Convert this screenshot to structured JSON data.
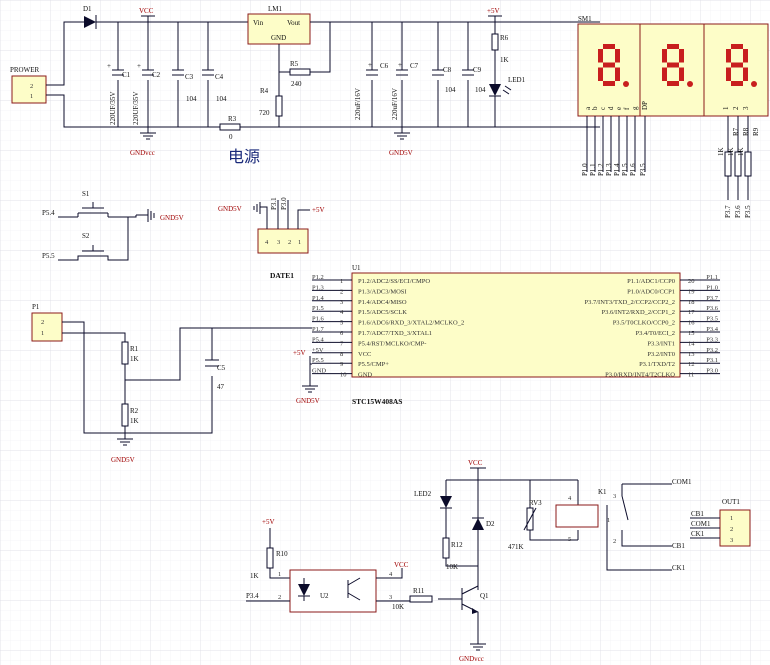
{
  "title_cn": "电源",
  "nets": {
    "vcc": "VCC",
    "p5v": "+5V",
    "gndvcc": "GNDvcc",
    "gnd5v": "GND5V",
    "gnd5v_b": "GND5V",
    "gnd5v_c": "GND5V",
    "gnd5v_d": "GND5V",
    "gnd5v_e": "GND5V",
    "gndvcc_b": "GNDvcc",
    "vcc_relay": "VCC",
    "vcc_opto": "VCC",
    "p5v_b": "+5V",
    "p5v_c": "+5V",
    "p5v_d": "+5V"
  },
  "power_in": {
    "ref": "PROWER",
    "pins": [
      "2",
      "1"
    ]
  },
  "diode": {
    "ref": "D1"
  },
  "caps_in": [
    {
      "ref": "C1",
      "val": "220UF/35V",
      "plus": "+"
    },
    {
      "ref": "C2",
      "val": "220UF/35V",
      "plus": "+"
    },
    {
      "ref": "C3",
      "val": "104"
    },
    {
      "ref": "C4",
      "val": "104"
    }
  ],
  "regulator": {
    "ref": "LM1",
    "vin": "Vin",
    "vout": "Vout",
    "gnd": "GND"
  },
  "resistors_pwr": [
    {
      "ref": "R5",
      "val": "240"
    },
    {
      "ref": "R4",
      "val": "720"
    },
    {
      "ref": "R3",
      "val": "0"
    },
    {
      "ref": "R6",
      "val": "1K"
    }
  ],
  "caps_out": [
    {
      "ref": "C6",
      "val": "220uF/16V",
      "plus": "+"
    },
    {
      "ref": "C7",
      "val": "220uF/16V",
      "plus": "+"
    },
    {
      "ref": "C8",
      "val": "104"
    },
    {
      "ref": "C9",
      "val": "104"
    }
  ],
  "led1": {
    "ref": "LED1"
  },
  "display": {
    "ref": "SM1",
    "digits": [
      "8.",
      "8.",
      "8."
    ],
    "seg_pins": [
      "a",
      "b",
      "c",
      "d",
      "e",
      "f",
      "g",
      "DP"
    ],
    "com_pins": [
      "1",
      "2",
      "3"
    ],
    "port_labels": [
      "P1.0",
      "P1.1",
      "P1.2",
      "P1.3",
      "P1.4",
      "P1.5",
      "P1.6",
      "P3.5"
    ],
    "res_refs": [
      "R7",
      "R8",
      "R9"
    ],
    "res_vals": [
      "1K",
      "1K",
      "1K"
    ],
    "com_ports": [
      "P3.7",
      "P3.6",
      "P3.5"
    ]
  },
  "switches": [
    {
      "ref": "S1",
      "net": "P5.4"
    },
    {
      "ref": "S2",
      "net": "P5.5"
    }
  ],
  "date_conn": {
    "ref": "DATE1",
    "pins": [
      "4",
      "3",
      "2",
      "1"
    ],
    "labels": [
      "P3.1",
      "P3.0"
    ]
  },
  "p1_conn": {
    "ref": "P1",
    "pins": [
      "2",
      "1"
    ]
  },
  "divider": [
    {
      "ref": "R1",
      "val": "1K"
    },
    {
      "ref": "R2",
      "val": "1K"
    }
  ],
  "c5": {
    "ref": "C5",
    "val": "47"
  },
  "mcu": {
    "ref": "U1",
    "part": "STC15W408AS",
    "left": [
      {
        "net": "P1.2",
        "num": "1",
        "name": "P1.2/ADC2/SS/ECI/CMPO"
      },
      {
        "net": "P1.3",
        "num": "2",
        "name": "P1.3/ADC3/MOSI"
      },
      {
        "net": "P1.4",
        "num": "3",
        "name": "P1.4/ADC4/MISO"
      },
      {
        "net": "P1.5",
        "num": "4",
        "name": "P1.5/ADC5/SCLK"
      },
      {
        "net": "P1.6",
        "num": "5",
        "name": "P1.6/ADC6/RXD_3/XTAL2/MCLKO_2"
      },
      {
        "net": "P1.7",
        "num": "6",
        "name": "P1.7/ADC7/TXD_3/XTAL1"
      },
      {
        "net": "P5.4",
        "num": "7",
        "name": "P5.4/RST/MCLKO/CMP-"
      },
      {
        "net": "+5V",
        "num": "8",
        "name": "VCC"
      },
      {
        "net": "P5.5",
        "num": "9",
        "name": "P5.5/CMP+"
      },
      {
        "net": "GND",
        "num": "10",
        "name": "GND"
      }
    ],
    "right": [
      {
        "net": "P1.1",
        "num": "20",
        "name": "P1.1/ADC1/CCP0"
      },
      {
        "net": "P1.0",
        "num": "19",
        "name": "P1.0/ADC0/CCP1"
      },
      {
        "net": "P3.7",
        "num": "18",
        "name": "P3.7/INT3/TXD_2/CCP2/CCP2_2"
      },
      {
        "net": "P3.6",
        "num": "17",
        "name": "P3.6/INT2/RXD_2/CCP1_2"
      },
      {
        "net": "P3.5",
        "num": "16",
        "name": "P3.5/T0CLKO/CCP0_2"
      },
      {
        "net": "P3.4",
        "num": "15",
        "name": "P3.4/T0/ECI_2"
      },
      {
        "net": "P3.3",
        "num": "14",
        "name": "P3.3/INT1"
      },
      {
        "net": "P3.2",
        "num": "13",
        "name": "P3.2/INT0"
      },
      {
        "net": "P3.1",
        "num": "12",
        "name": "P3.1/TXD/T2"
      },
      {
        "net": "P3.0",
        "num": "11",
        "name": "P3.0/RXD/INT4/T2CLKO"
      }
    ]
  },
  "relay_sec": {
    "led2": "LED2",
    "d2": "D2",
    "r12": "R12",
    "r12v": "10K",
    "rv3": "RV3",
    "rv3v": "471K",
    "k1": "K1",
    "k_pins": [
      "4",
      "5",
      "3",
      "2",
      "1"
    ],
    "com1": "COM1",
    "cb1": "CB1",
    "ck1": "CK1",
    "out1": "OUT1",
    "out_pins": [
      "1",
      "2",
      "3"
    ],
    "out_labels": [
      "CB1",
      "COM1",
      "CK1"
    ],
    "q1": "Q1",
    "r11": "R11",
    "r11v": "10K",
    "r10": "R10",
    "r10v": "1K",
    "u2": "U2",
    "u2_pins": [
      "1",
      "2",
      "4",
      "3"
    ],
    "p34": "P3.4"
  }
}
